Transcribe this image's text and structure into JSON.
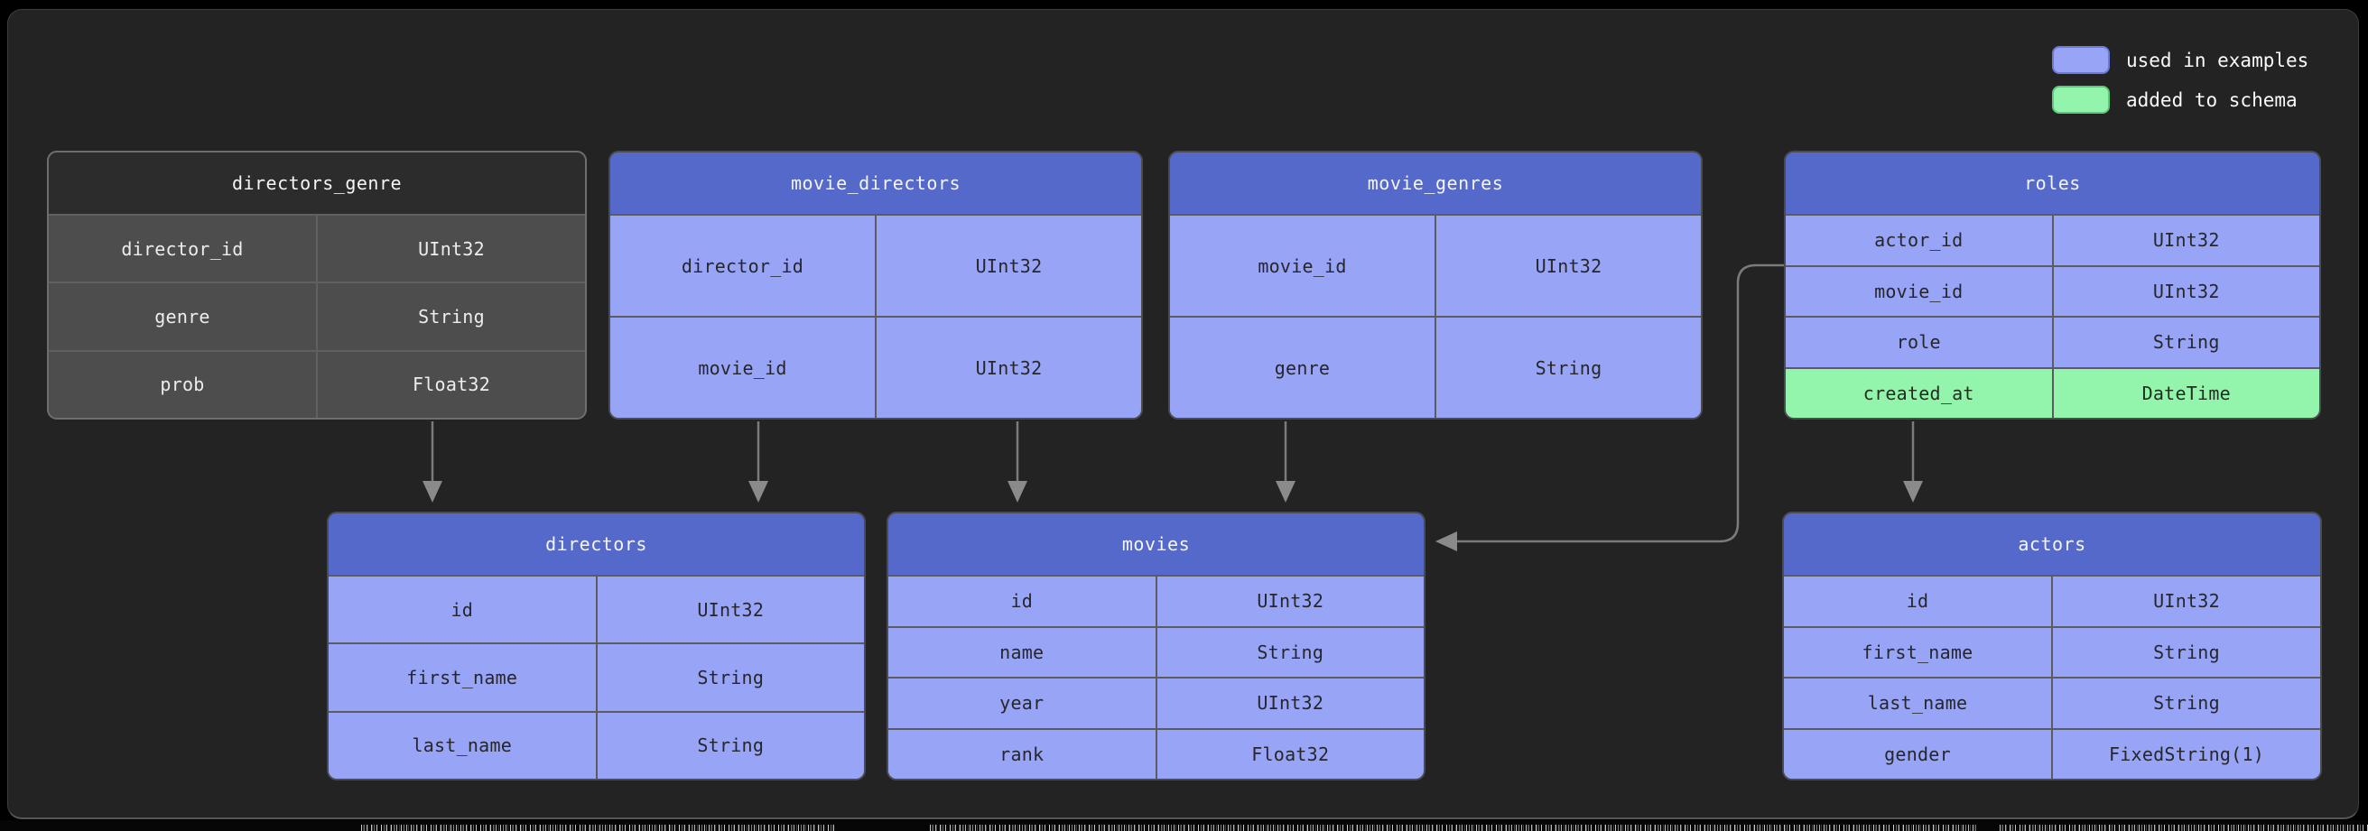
{
  "legend": {
    "items": [
      {
        "key": "used-in-examples",
        "label": "used in examples",
        "swatch_color": "#98a4f5"
      },
      {
        "key": "added-to-schema",
        "label": "added to schema",
        "swatch_color": "#93f4ac"
      }
    ]
  },
  "diagram": {
    "tables": [
      {
        "name": "directors_genre",
        "variant": "dark",
        "rows": [
          {
            "name": "director_id",
            "type": "UInt32"
          },
          {
            "name": "genre",
            "type": "String"
          },
          {
            "name": "prob",
            "type": "Float32"
          }
        ]
      },
      {
        "name": "movie_directors",
        "variant": "blue",
        "rows": [
          {
            "name": "director_id",
            "type": "UInt32"
          },
          {
            "name": "movie_id",
            "type": "UInt32"
          }
        ]
      },
      {
        "name": "movie_genres",
        "variant": "blue",
        "rows": [
          {
            "name": "movie_id",
            "type": "UInt32"
          },
          {
            "name": "genre",
            "type": "String"
          }
        ]
      },
      {
        "name": "roles",
        "variant": "blue",
        "rows": [
          {
            "name": "actor_id",
            "type": "UInt32"
          },
          {
            "name": "movie_id",
            "type": "UInt32"
          },
          {
            "name": "role",
            "type": "String"
          },
          {
            "name": "created_at",
            "type": "DateTime",
            "status": "added to schema"
          }
        ]
      },
      {
        "name": "directors",
        "variant": "blue",
        "rows": [
          {
            "name": "id",
            "type": "UInt32"
          },
          {
            "name": "first_name",
            "type": "String"
          },
          {
            "name": "last_name",
            "type": "String"
          }
        ]
      },
      {
        "name": "movies",
        "variant": "blue",
        "rows": [
          {
            "name": "id",
            "type": "UInt32"
          },
          {
            "name": "name",
            "type": "String"
          },
          {
            "name": "year",
            "type": "UInt32"
          },
          {
            "name": "rank",
            "type": "Float32"
          }
        ]
      },
      {
        "name": "actors",
        "variant": "blue",
        "rows": [
          {
            "name": "id",
            "type": "UInt32"
          },
          {
            "name": "first_name",
            "type": "String"
          },
          {
            "name": "last_name",
            "type": "String"
          },
          {
            "name": "gender",
            "type": "FixedString(1)"
          }
        ]
      }
    ],
    "relations": [
      {
        "from": "directors_genre",
        "to": "directors"
      },
      {
        "from": "movie_directors",
        "to": "directors"
      },
      {
        "from": "movie_directors",
        "to": "movies"
      },
      {
        "from": "movie_genres",
        "to": "movies"
      },
      {
        "from": "roles",
        "to": "movies"
      },
      {
        "from": "roles",
        "to": "actors"
      }
    ]
  },
  "colors": {
    "background": "#000000",
    "panel": "#232323",
    "header_blue": "#5569cb",
    "row_periwinkle": "#98a4f5",
    "row_green": "#93f4ac",
    "dark_header": "#2c2c2c",
    "dark_row": "#4d4d4d",
    "arrow": "#7b7b7b"
  }
}
